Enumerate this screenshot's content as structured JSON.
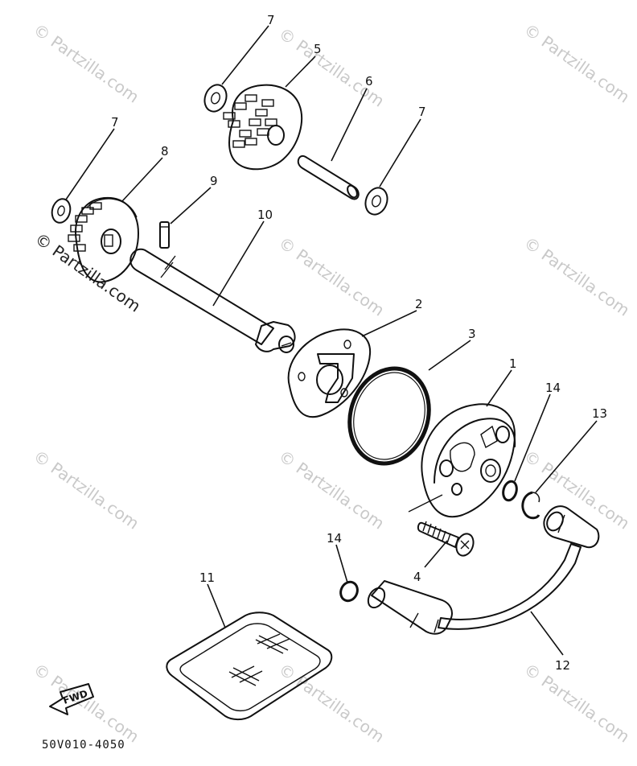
{
  "watermark": "© Partzilla.com",
  "diagram_code": "50V010-4050",
  "fwd_label": "FWD",
  "callouts": {
    "p1": "1",
    "p2": "2",
    "p3": "3",
    "p4": "4",
    "p5": "5",
    "p6": "6",
    "p7a": "7",
    "p7b": "7",
    "p7c": "7",
    "p8": "8",
    "p9": "9",
    "p10": "10",
    "p11": "11",
    "p12": "12",
    "p13": "13",
    "p14a": "14",
    "p14b": "14"
  }
}
